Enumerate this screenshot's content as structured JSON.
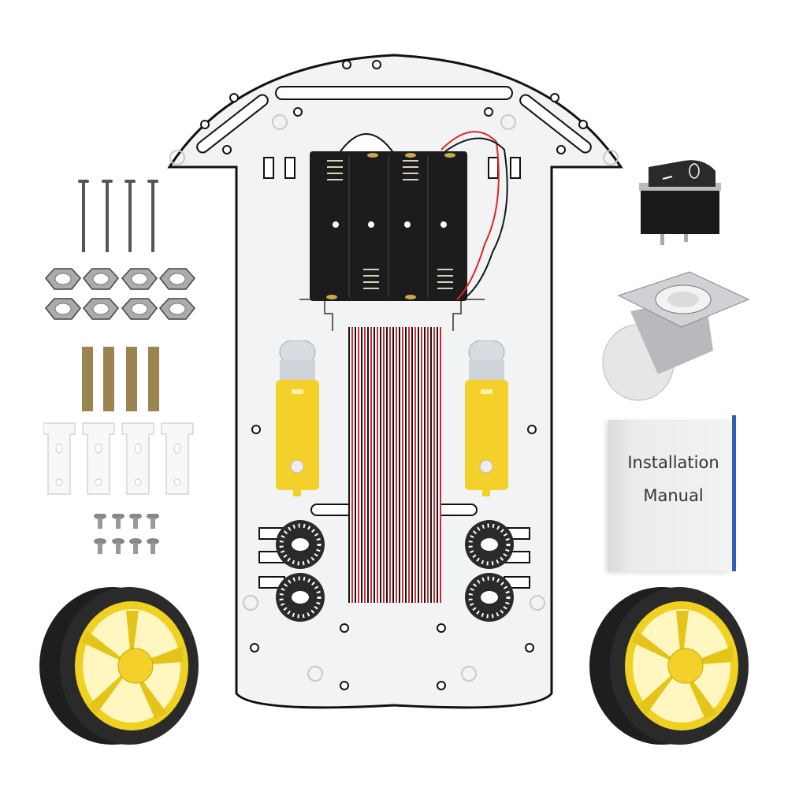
{
  "scene": {
    "description": "Smart robot car chassis kit product photo",
    "background_color": "#ffffff"
  },
  "manual": {
    "line1": "Installation",
    "line2": "Manual",
    "spine_color": "#2f5fb3"
  },
  "switch": {
    "off_symbol": "O",
    "on_symbol": "|"
  },
  "components": [
    {
      "name": "acrylic-chassis-plate",
      "count": 1
    },
    {
      "name": "battery-holder-4xAA",
      "count": 1
    },
    {
      "name": "dc-gear-motor",
      "count": 2
    },
    {
      "name": "ribbon-jumper-wires",
      "count": 1
    },
    {
      "name": "speed-encoder-disc",
      "count": 4
    },
    {
      "name": "long-screw",
      "count": 4
    },
    {
      "name": "hex-nut",
      "count": 8
    },
    {
      "name": "brass-standoff",
      "count": 4
    },
    {
      "name": "acrylic-motor-mount",
      "count": 4
    },
    {
      "name": "short-screw",
      "count": 8
    },
    {
      "name": "rocker-switch",
      "count": 1
    },
    {
      "name": "caster-wheel",
      "count": 1
    },
    {
      "name": "installation-manual",
      "count": 1
    },
    {
      "name": "yellow-rim-wheel",
      "count": 2
    }
  ],
  "colors": {
    "plate": "#f2f3f4",
    "outline": "#111111",
    "motor_yellow": "#f3d12a",
    "wire_red": "#e0242a",
    "wire_black": "#151515",
    "brass": "#9a8550",
    "rim_yellow": "#f0d020"
  }
}
